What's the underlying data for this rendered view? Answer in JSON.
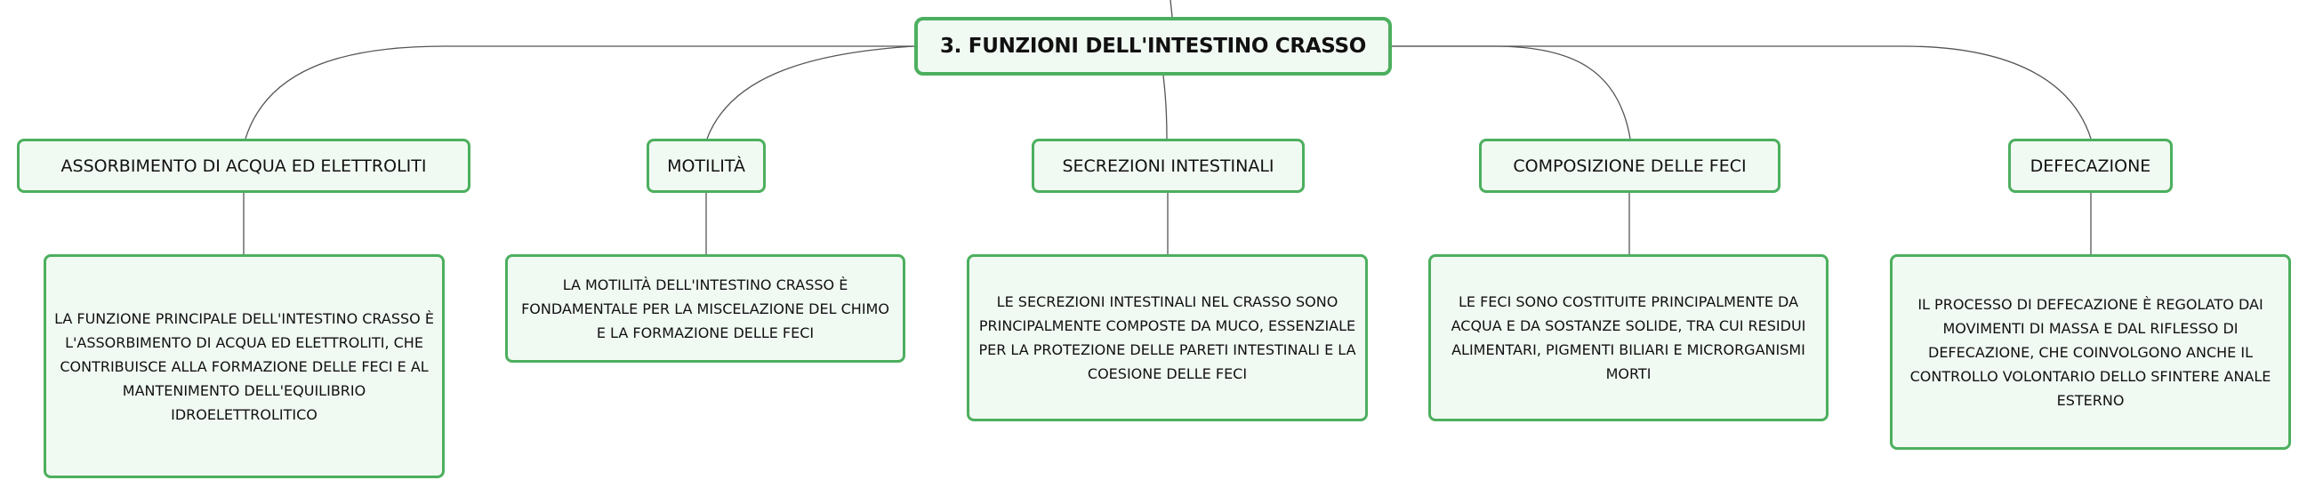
{
  "root": {
    "label": "3. FUNZIONI DELL'INTESTINO CRASSO"
  },
  "branches": [
    {
      "label": "ASSORBIMENTO DI ACQUA ED ELETTROLITI",
      "detail": "LA FUNZIONE PRINCIPALE DELL'INTESTINO CRASSO È L'ASSORBIMENTO DI ACQUA ED ELETTROLITI, CHE CONTRIBUISCE ALLA FORMAZIONE DELLE FECI E AL MANTENIMENTO DELL'EQUILIBRIO IDROELETTROLITICO"
    },
    {
      "label": "MOTILITÀ",
      "detail": "LA MOTILITÀ DELL'INTESTINO CRASSO È FONDAMENTALE PER LA MISCELAZIONE DEL CHIMO E LA FORMAZIONE DELLE FECI"
    },
    {
      "label": "SECREZIONI INTESTINALI",
      "detail": "LE SECREZIONI INTESTINALI NEL CRASSO SONO PRINCIPALMENTE COMPOSTE DA MUCO, ESSENZIALE PER LA PROTEZIONE DELLE PARETI INTESTINALI E LA COESIONE DELLE FECI"
    },
    {
      "label": "COMPOSIZIONE DELLE FECI",
      "detail": "LE FECI SONO COSTITUITE PRINCIPALMENTE DA ACQUA E DA SOSTANZE SOLIDE, TRA CUI RESIDUI ALIMENTARI, PIGMENTI BILIARI E MICRORGANISMI MORTI"
    },
    {
      "label": "DEFECAZIONE",
      "detail": "IL PROCESSO DI DEFECAZIONE È REGOLATO DAI MOVIMENTI DI MASSA E DAL RIFLESSO DI DEFECAZIONE, CHE COINVOLGONO ANCHE IL CONTROLLO VOLONTARIO DELLO SFINTERE ANALE ESTERNO"
    }
  ],
  "colors": {
    "node_border": "#4caf5e",
    "node_fill": "#f1f9f3",
    "connector": "#555555"
  }
}
